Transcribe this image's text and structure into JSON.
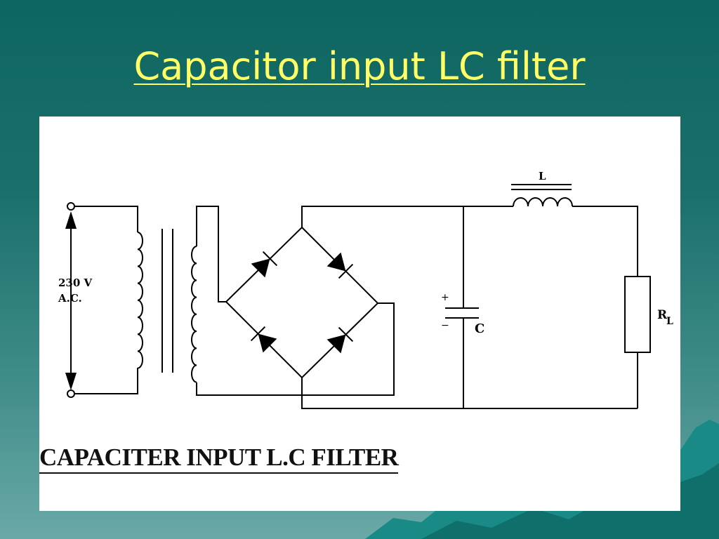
{
  "slide": {
    "title": "Capacitor input LC filter"
  },
  "figure": {
    "caption": "CAPACITER INPUT L.C FILTER",
    "labels": {
      "source_voltage": "230 V",
      "source_type": "A.C.",
      "inductor": "L",
      "capacitor": "C",
      "cap_plus": "+",
      "cap_minus": "−",
      "load_base": "R",
      "load_sub": "L"
    }
  }
}
